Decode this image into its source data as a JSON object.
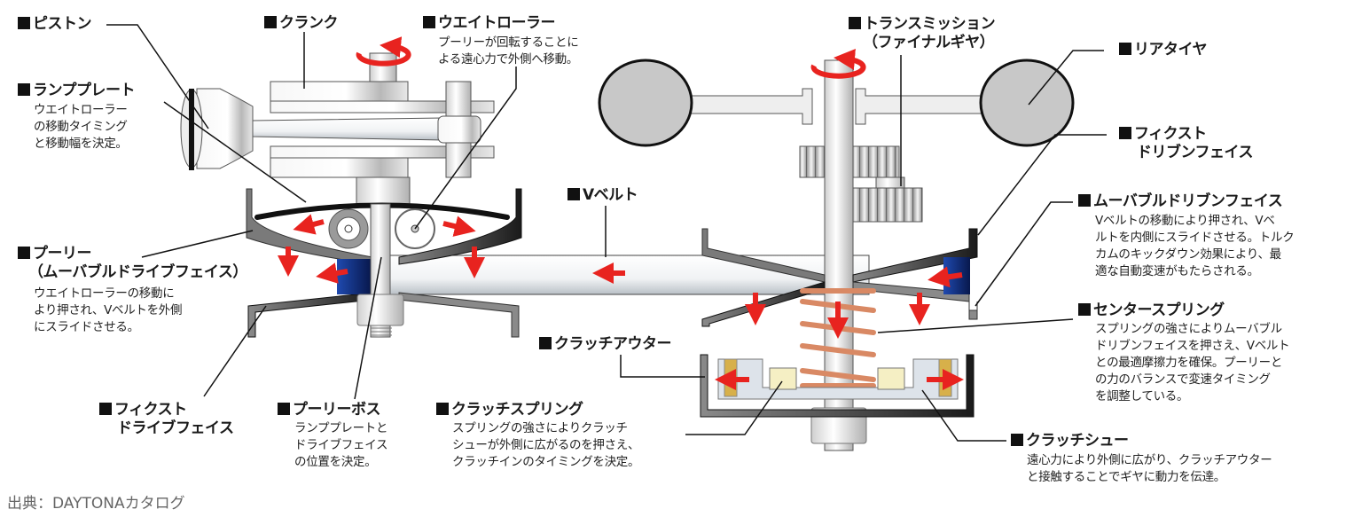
{
  "source": "出典：DAYTONAカタログ",
  "labels": {
    "piston": {
      "title": "ピストン"
    },
    "crank": {
      "title": "クランク"
    },
    "weight_roller": {
      "title": "ウエイトローラー",
      "desc": [
        "プーリーが回転することに",
        "よる遠心力で外側へ移動。"
      ]
    },
    "transmission": {
      "title": "トランスミッション",
      "title2": "（ファイナルギヤ）"
    },
    "rear_tire": {
      "title": "リアタイヤ"
    },
    "fixed_driven_face": {
      "title": "フィクスト",
      "title2": "ドリブンフェイス"
    },
    "ramp_plate": {
      "title": "ランププレート",
      "desc": [
        "ウエイトローラー",
        "の移動タイミング",
        "と移動幅を決定。"
      ]
    },
    "v_belt": {
      "title": "Vベルト"
    },
    "movable_driven_face": {
      "title": "ムーバブルドリブンフェイス",
      "desc": [
        "Vベルトの移動により押され、Vベ",
        "ルトを内側にスライドさせる。トルク",
        "カムのキックダウン効果により、最",
        "適な自動変速がもたらされる。"
      ]
    },
    "pulley": {
      "title": "プーリー",
      "title2": "（ムーバブルドライブフェイス）",
      "desc": [
        "ウエイトローラーの移動に",
        "より押され、Vベルトを外側",
        "にスライドさせる。"
      ]
    },
    "center_spring": {
      "title": "センタースプリング",
      "desc": [
        "スプリングの強さによりムーバブル",
        "ドリブンフェイスを押さえ、Vベルト",
        "との最適摩擦力を確保。プーリーと",
        "の力のバランスで変速タイミング",
        "を調整している。"
      ]
    },
    "clutch_outer": {
      "title": "クラッチアウター"
    },
    "fixed_drive_face": {
      "title": "フィクスト",
      "title2": "ドライブフェイス"
    },
    "pulley_boss": {
      "title": "プーリーボス",
      "desc": [
        "ランププレートと",
        "ドライブフェイス",
        "の位置を決定。"
      ]
    },
    "clutch_spring": {
      "title": "クラッチスプリング",
      "desc": [
        "スプリングの強さによりクラッチ",
        "シューが外側に広がるのを押さえ、",
        "クラッチインのタイミングを決定。"
      ]
    },
    "clutch_shoe": {
      "title": "クラッチシュー",
      "desc": [
        "遠心力により外側に広がり、クラッチアウター",
        "と接触することでギヤに動力を伝達。"
      ]
    }
  },
  "colors": {
    "arrow": "#e8231f",
    "metal_light": "#f2f2f2",
    "metal_dark": "#bdbdbd",
    "face_dark": "#3a3a3a",
    "face_gray": "#7a7a7a",
    "slider_blue": "#0d2a78",
    "spring_copper": "#e59a74",
    "clutch_shoe_gold": "#d7b04a",
    "tire_gray": "#c8c8c8"
  }
}
